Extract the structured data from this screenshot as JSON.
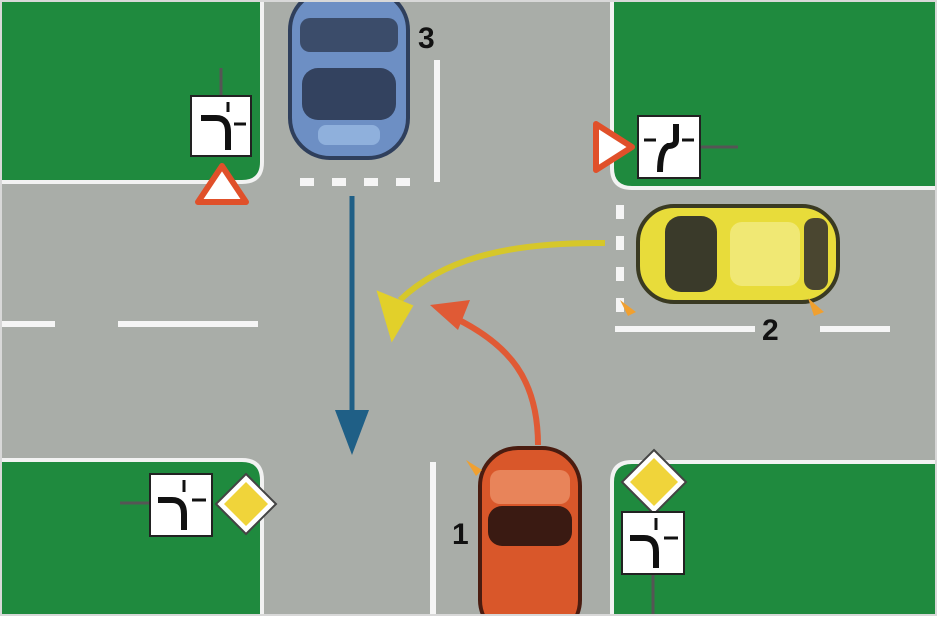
{
  "labels": {
    "car1": "1",
    "car2": "2",
    "car3": "3"
  },
  "colors": {
    "grass": "#1f8a3e",
    "road": "#a9ada8",
    "car1": "#d9572a",
    "car2": "#e8dc3a",
    "car3": "#6d8fc4",
    "arrow_car1": "#e05a35",
    "arrow_car2": "#d6c72a",
    "arrow_car3": "#1f5f86"
  },
  "icons": {
    "yield_sign": "yield-triangle-icon",
    "priority_sign": "priority-road-diamond-icon",
    "direction_plate": "main-road-direction-plate-icon"
  }
}
